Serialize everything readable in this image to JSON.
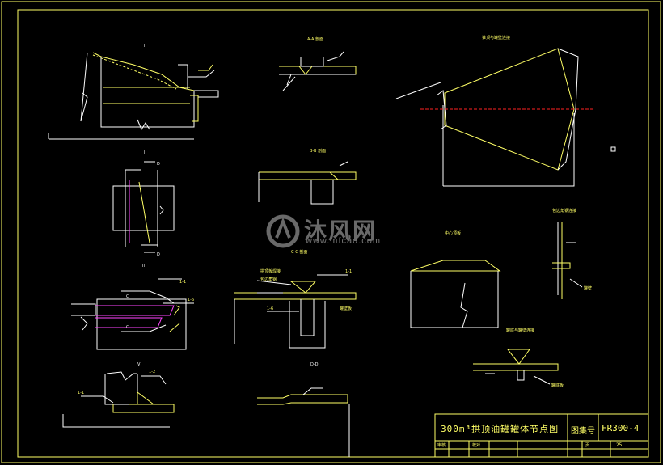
{
  "title_block": {
    "drawing_title": "300m³拱顶油罐罐体节点图",
    "label_drawing_no": "图集号",
    "drawing_no": "FR300-4",
    "small_1": "审核",
    "small_2": "校对",
    "small_3": "页",
    "page": "25"
  },
  "watermark": {
    "main": "沐风网",
    "url": "www.mfcad.com"
  },
  "views": {
    "view_I_top": "I",
    "view_I_mid": "I",
    "view_II": "II",
    "view_A": "A-A 剖面",
    "view_B": "B-B 剖面",
    "view_C": "C-C 剖面",
    "view_D": "D-D",
    "view_top_right": "锥顶与罐壁连接",
    "view_mid_right": "中心顶板",
    "view_side_right": "包边角钢连接",
    "view_bottom_right": "罐底与罐壁连接",
    "tag_1_1a": "1-1",
    "tag_1_6a": "1-6",
    "tag_1_1b": "1-1",
    "tag_1_2": "1-2",
    "tag_1_1c": "1-1",
    "tag_1_6b": "1-6",
    "tag_D1": "D",
    "tag_D2": "D",
    "tag_C1": "C",
    "tag_C2": "C",
    "note_c1": "拱顶板焊接",
    "note_c2": "包边角钢",
    "note_c3": "罐壁板",
    "note_side": "罐壁",
    "note_bottom": "罐底板"
  }
}
